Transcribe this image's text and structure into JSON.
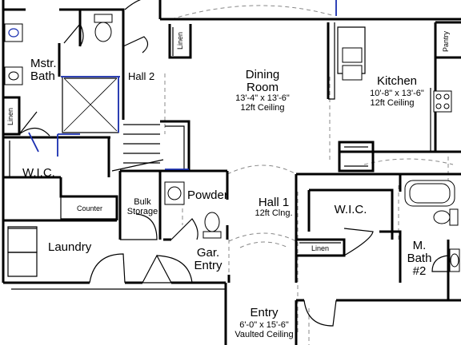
{
  "rooms": {
    "mstr_bath": {
      "line1": "Mstr.",
      "line2": "Bath"
    },
    "linen_left": "Linen",
    "wic_left": "W.I.C.",
    "counter": "Counter",
    "laundry": "Laundry",
    "linen_hall2": "Linen",
    "hall2": "Hall 2",
    "dining": {
      "line1": "Dining",
      "line2": "Room",
      "dims": "13'-4\" x 13'-6\"",
      "ceiling": "12ft Ceiling"
    },
    "kitchen": {
      "name": "Kitchen",
      "dims": "10'-8\" x 13'-6\"",
      "ceiling": "12ft Ceiling"
    },
    "pantry": "Pantry",
    "bulk_storage": {
      "line1": "Bulk",
      "line2": "Storage"
    },
    "powder": "Powder",
    "hall1": {
      "name": "Hall 1",
      "ceiling": "12ft Clng."
    },
    "garage_entry": {
      "line1": "Gar.",
      "line2": "Entry"
    },
    "wic_right": "W.I.C.",
    "linen_right": "Linen",
    "m_bath2": {
      "line1": "M.",
      "line2": "Bath",
      "line3": "#2"
    },
    "entry": {
      "name": "Entry",
      "dims": "6'-0\" x 15'-6\"",
      "ceiling": "Vaulted Ceiling"
    }
  }
}
